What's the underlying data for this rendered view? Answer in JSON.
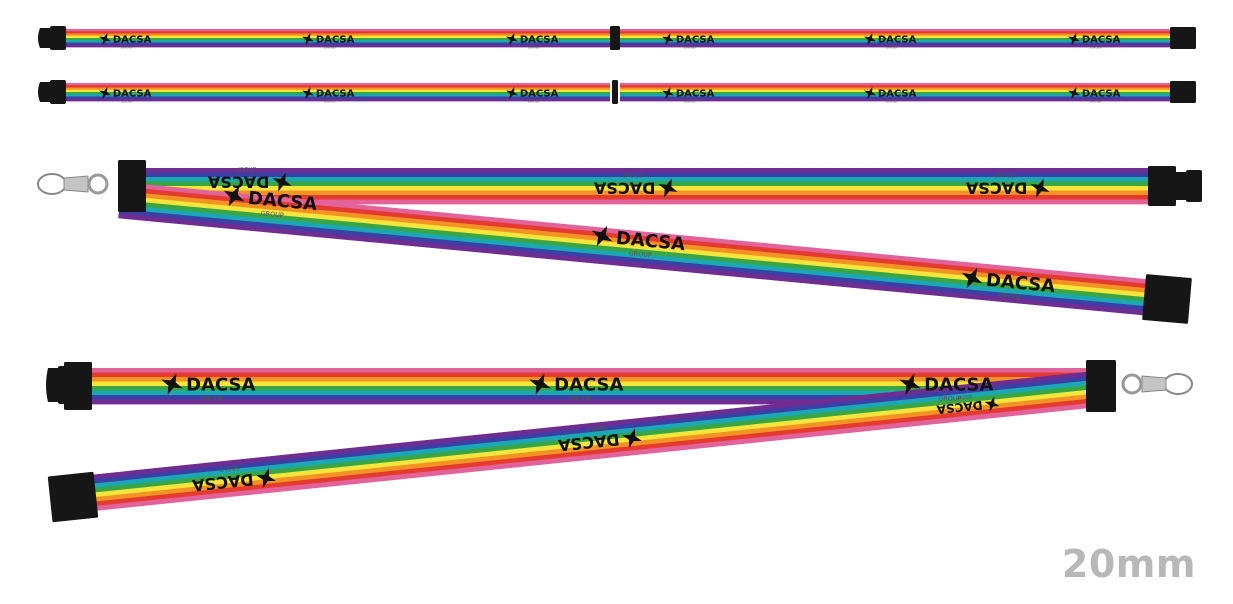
{
  "brand": {
    "name": "DACSA",
    "sub": "GROUP"
  },
  "size_label": "20mm",
  "colors": {
    "stripes": [
      "#e2629a",
      "#e53a2f",
      "#f39324",
      "#f6e63c",
      "#39a544",
      "#1aa9b4",
      "#3b3fa6",
      "#6f2d91"
    ],
    "hardware": "#161616",
    "logo": "#111111",
    "metal": "#c4c4c4",
    "size_label": "#b8b8b8"
  }
}
